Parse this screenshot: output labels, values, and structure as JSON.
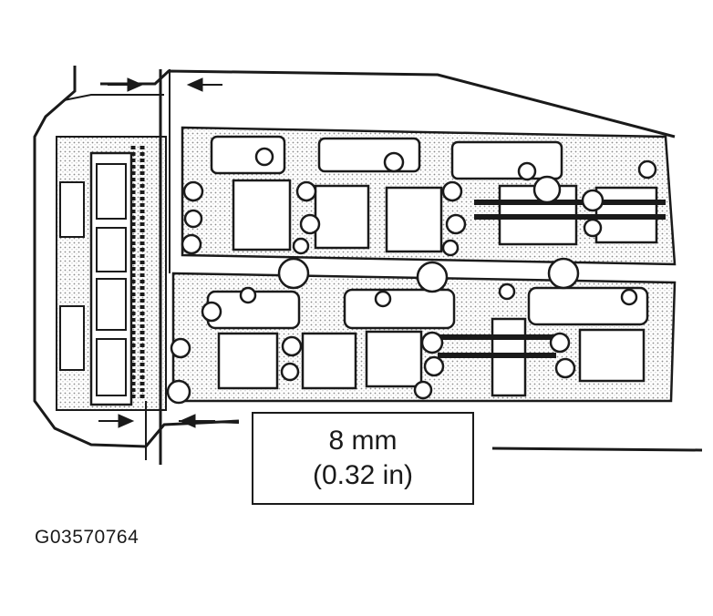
{
  "callout": {
    "measurement_mm": "8 mm",
    "measurement_in": "(0.32 in)"
  },
  "figure_id": "G03570764",
  "colors": {
    "ink": "#1a1a1a",
    "paper": "#ffffff",
    "shade": "#8a8a8a"
  }
}
